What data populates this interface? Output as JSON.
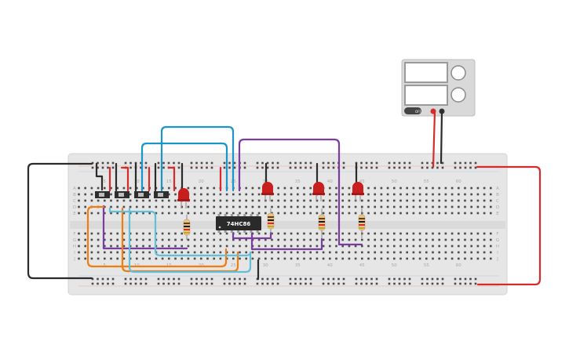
{
  "chip": {
    "label": "74HC86"
  },
  "breadboard": {
    "column_numbers": [
      "5",
      "10",
      "15",
      "20",
      "25",
      "30",
      "35",
      "40",
      "45",
      "50",
      "55",
      "60"
    ],
    "row_letters_top": [
      "A",
      "B",
      "C",
      "D",
      "E"
    ],
    "row_letters_bottom": [
      "F",
      "G",
      "H",
      "I",
      "J"
    ]
  },
  "power_supply": {
    "button_label": "OFF"
  },
  "colors": {
    "wire_black": "#2b2b2b",
    "wire_red": "#d62b2b",
    "wire_blue": "#1a94c9",
    "wire_purple": "#7a3c9e",
    "wire_orange": "#f07d10",
    "wire_lightblue": "#62bfd6",
    "led_red": "#c91e1e",
    "board": "#e6e6e6"
  },
  "component_counts": {
    "switches": 4,
    "leds": 4,
    "resistors": 4
  }
}
